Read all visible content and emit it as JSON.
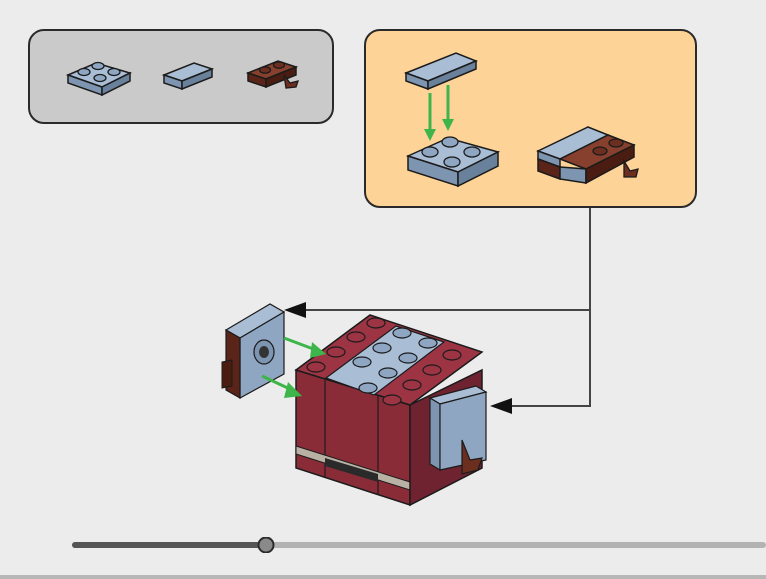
{
  "parts_list": {
    "items": [
      {
        "part": "plate-2x2",
        "color_name": "sand-blue",
        "color": "#8fa6c2"
      },
      {
        "part": "tile-1x2",
        "color_name": "sand-blue",
        "color": "#8fa6c2"
      },
      {
        "part": "plate-1x2-with-clip",
        "color_name": "reddish-brown",
        "color": "#6b2e1f"
      }
    ]
  },
  "colors": {
    "parts_panel_bg": "#c9cac9",
    "subassembly_panel_bg": "#fdd397",
    "sand_blue": "#8fa6c2",
    "dark_red": "#8a2c38",
    "reddish_brown": "#6b2e1f",
    "arrow_green": "#3db54a",
    "callout_line": "#444444"
  },
  "progress": {
    "fraction": 0.28
  }
}
